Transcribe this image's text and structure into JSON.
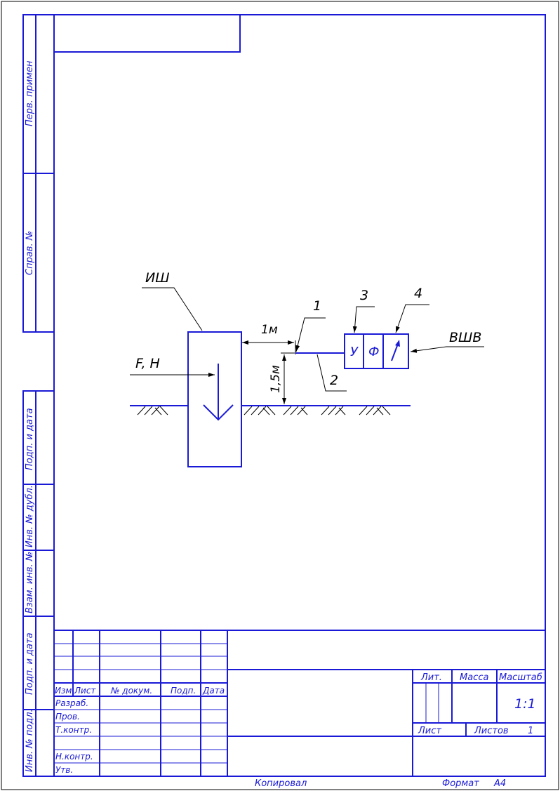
{
  "side_labels": {
    "perv_primen": "Перв. примен",
    "sprav_no": "Справ. №",
    "podp_data_1": "Подп. и дата",
    "inv_no_dubl": "Инв. № дубл.",
    "vzam_inv_no": "Взам. инв. №",
    "podp_data_2": "Подп. и дата",
    "inv_no_podl": "Инв. № подл."
  },
  "diagram": {
    "ish": "ИШ",
    "f_h": "F, Н",
    "dist_1m": "1м",
    "height_15m": "1,5м",
    "label_1": "1",
    "label_2": "2",
    "label_3": "3",
    "label_4": "4",
    "box_u": "У",
    "box_f": "Ф",
    "vshv": "ВШВ"
  },
  "title_block": {
    "col_izm": "Изм.",
    "col_list": "Лист",
    "col_docum": "№ докум.",
    "col_podp": "Подп.",
    "col_data": "Дата",
    "row_razrab": "Разраб.",
    "row_prov": "Пров.",
    "row_tkontr": "Т.контр.",
    "row_nkontr": "Н.контр.",
    "row_utv": "Утв.",
    "lit": "Лит.",
    "massa": "Масса",
    "masshtab": "Масштаб",
    "scale_value": "1:1",
    "list": "Лист",
    "listov": "Листов",
    "listov_value": "1"
  },
  "footer": {
    "kopiroval": "Копировал",
    "format": "Формат",
    "format_value": "А4"
  }
}
